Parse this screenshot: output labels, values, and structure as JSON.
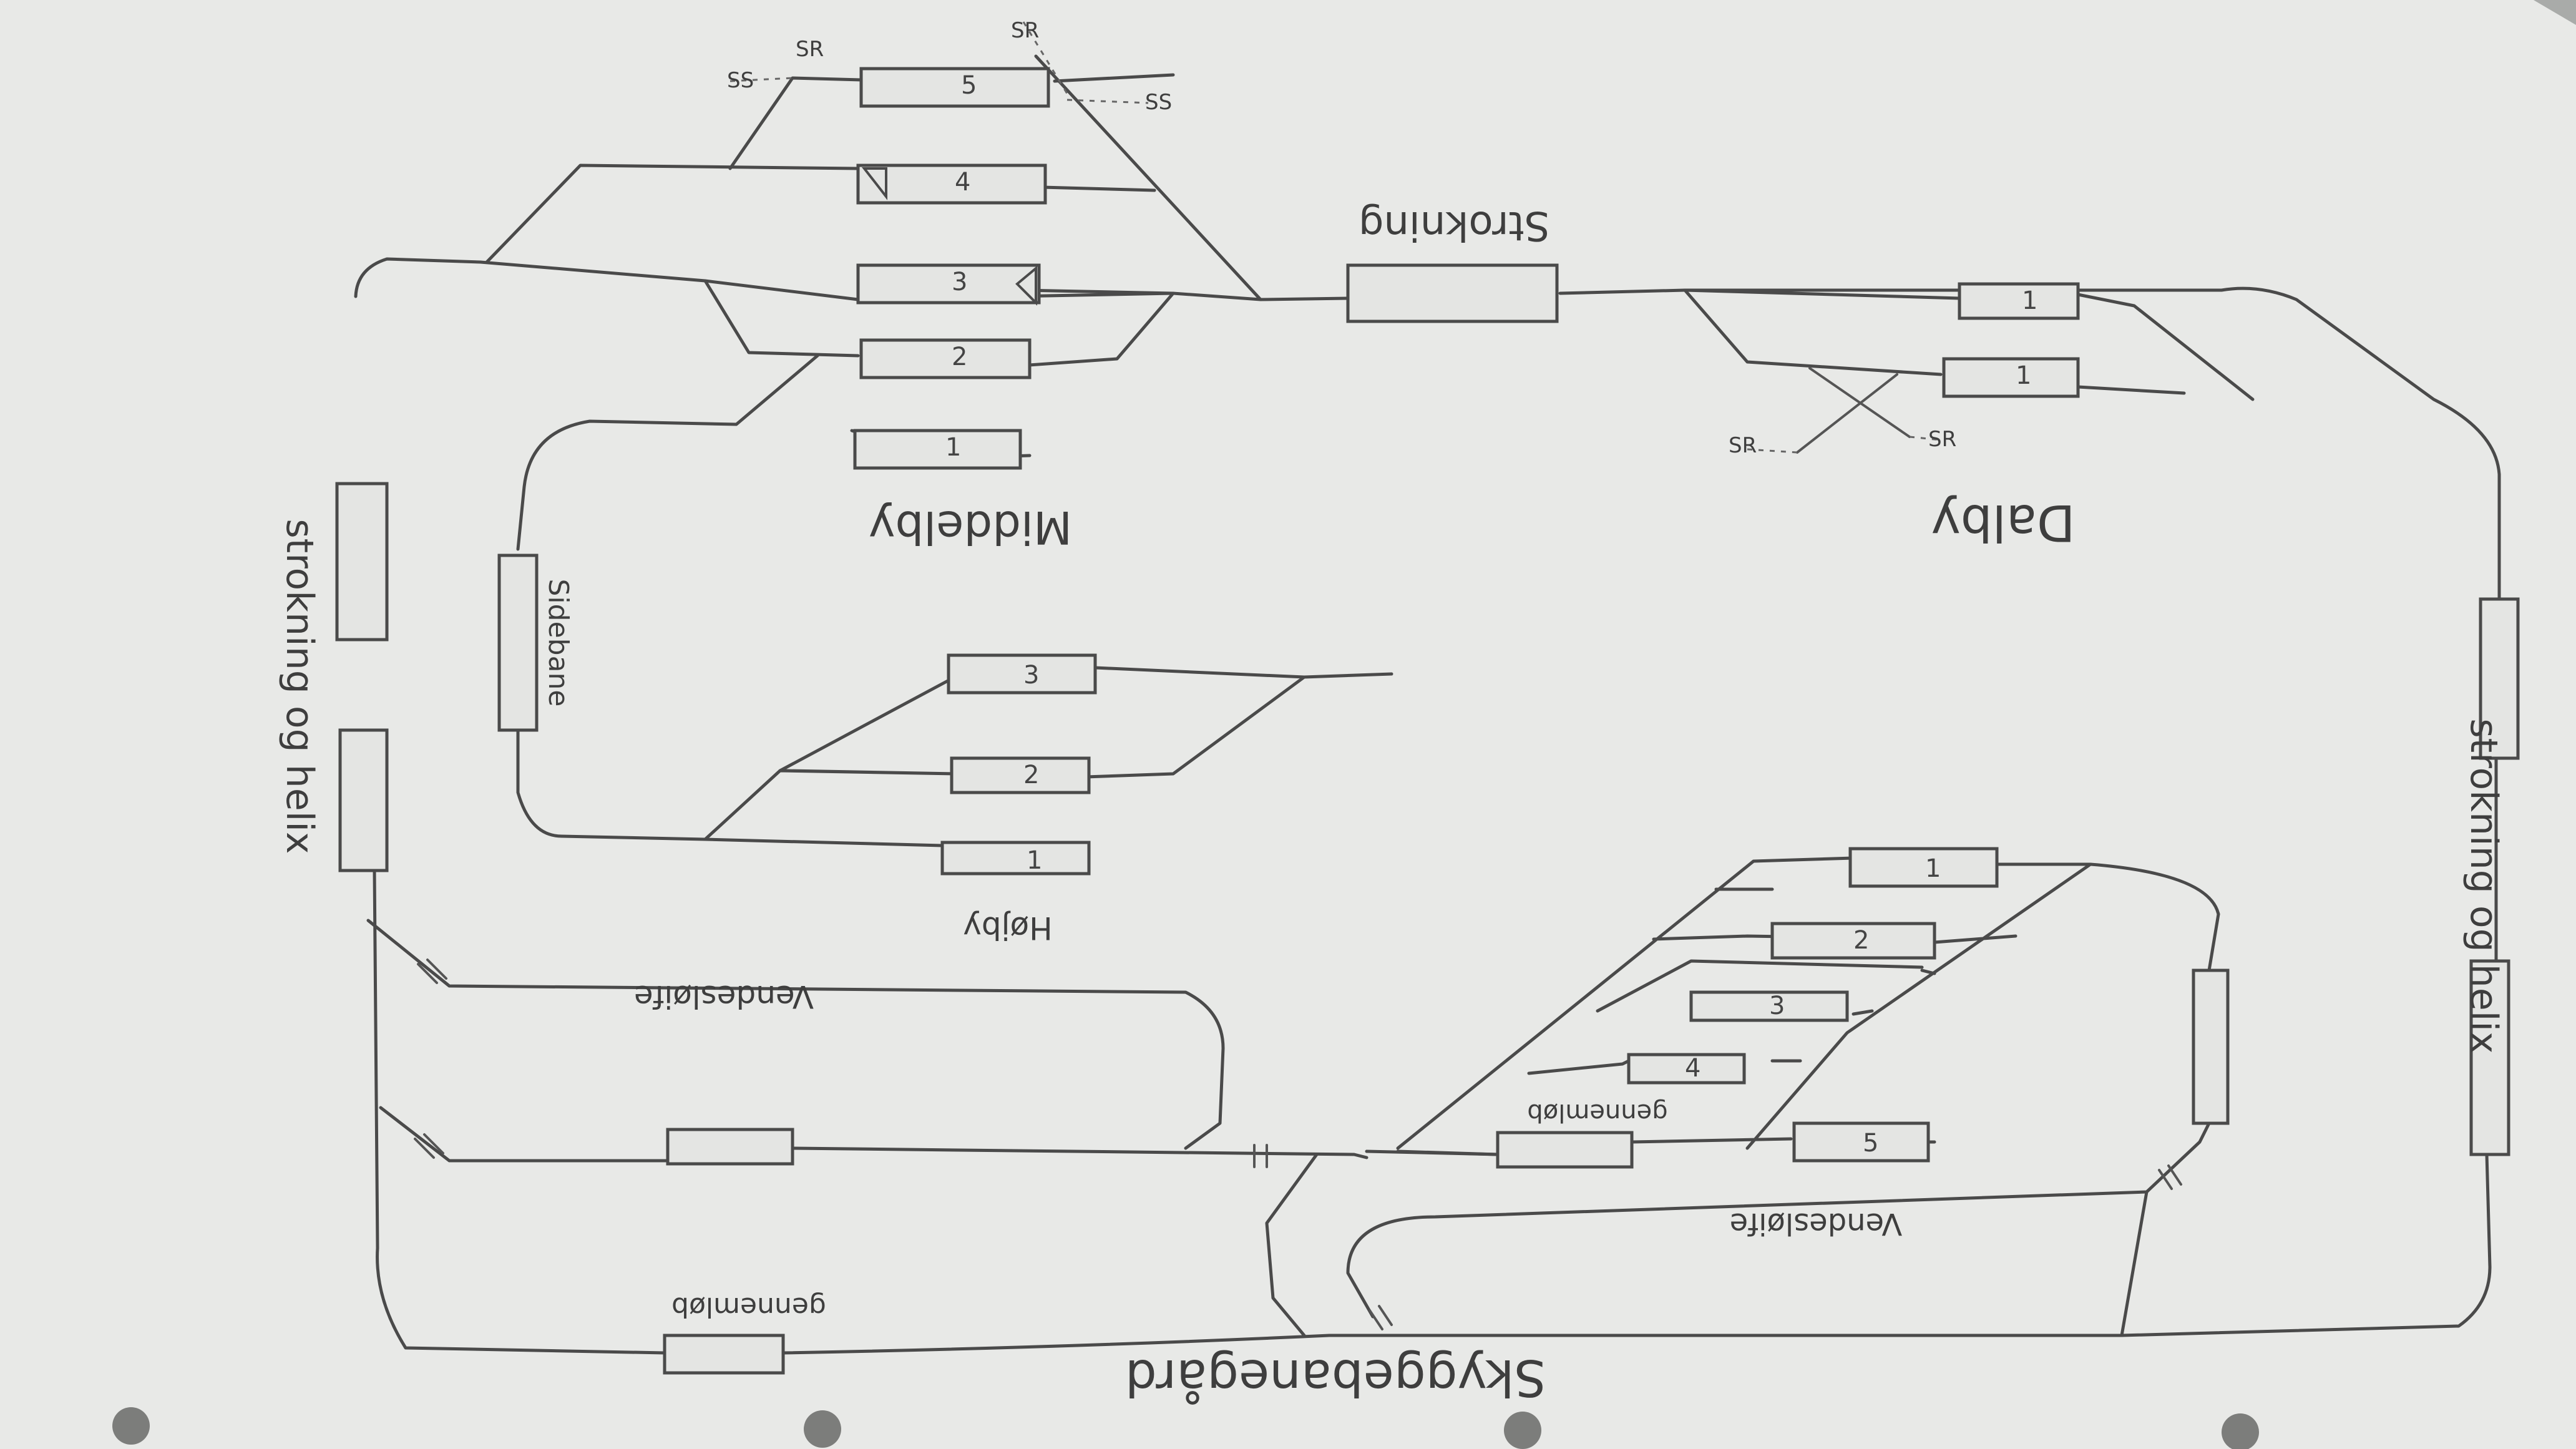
{
  "labels": {
    "strokning_top": "Strokning",
    "middelby": "Middelby",
    "dalby": "Dalby",
    "hojby": "Højby",
    "sidebane": "Sidebane",
    "strokning_helix_left": "strokning og helix",
    "strokning_helix_right": "strokning og helix",
    "vendesloife_upper": "Vendesløife",
    "vendesloife_lower": "Vendesløife",
    "gennemlob_center": "gennemløb",
    "gennemlob_bottom": "gennemløb",
    "skyggebanegard": "Skyggebanegård"
  },
  "middelby_tracks": [
    "5",
    "4",
    "3",
    "2",
    "1"
  ],
  "dalby_tracks": [
    "1",
    "1"
  ],
  "hojby_tracks": [
    "3",
    "2",
    "1"
  ],
  "skygge_tracks": [
    "1",
    "2",
    "3",
    "4",
    "5"
  ],
  "marks": {
    "ss_left": "SS",
    "sr_top": "SR",
    "sr_right": "SR",
    "ss_right": "SS",
    "sr_dalby_a": "SR",
    "sr_dalby_b": "SR"
  },
  "colors": {
    "paper": "#e8e9e7",
    "pencil": "#4a4a4a",
    "background": "#a9aba9"
  }
}
